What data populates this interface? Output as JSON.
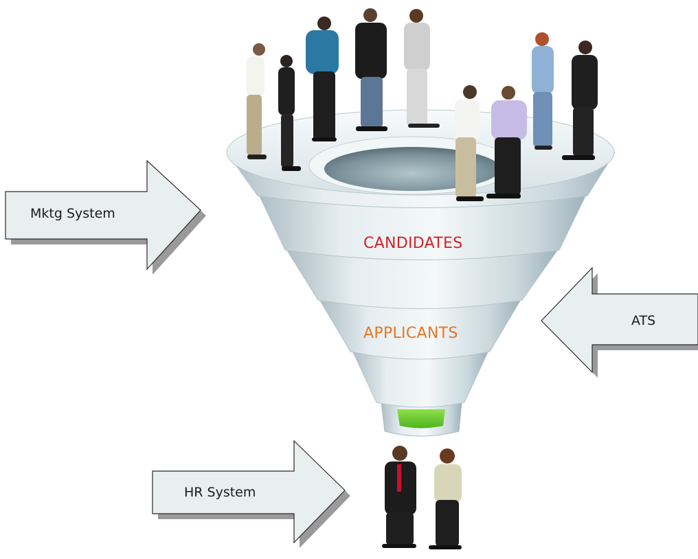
{
  "funnel": {
    "stages": [
      {
        "label": "CANDIDATES",
        "color": "#d2232a"
      },
      {
        "label": "APPLICANTS",
        "color": "#e87722"
      }
    ],
    "output_indicator_color": "#6ccf2f"
  },
  "arrows": {
    "mktg": {
      "label": "Mktg System",
      "direction": "right"
    },
    "ats": {
      "label": "ATS",
      "direction": "left"
    },
    "hr": {
      "label": "HR System",
      "direction": "right"
    }
  },
  "colors": {
    "funnel_light": "#eef4f6",
    "funnel_mid": "#c8d6dc",
    "funnel_dark": "#8fa3ab",
    "arrow_fill": "#e9eeef",
    "arrow_shadow": "#9a9a9a"
  },
  "icons": [
    "person-icon"
  ]
}
